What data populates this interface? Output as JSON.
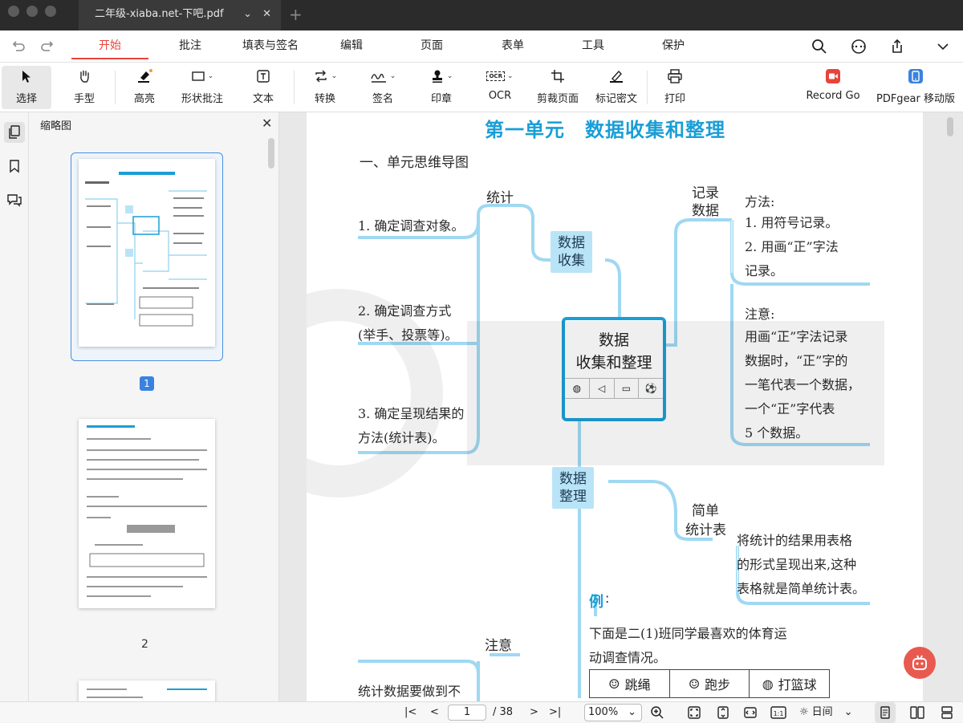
{
  "window": {
    "tab_title": "二年级-xiaba.net-下吧.pdf"
  },
  "menu": {
    "items": [
      "开始",
      "批注",
      "填表与签名",
      "编辑",
      "页面",
      "表单",
      "工具",
      "保护"
    ]
  },
  "toolbar": {
    "select": "选择",
    "hand": "手型",
    "highlight": "高亮",
    "shape": "形状批注",
    "text": "文本",
    "convert": "转换",
    "sign": "签名",
    "stamp": "印章",
    "ocr": "OCR",
    "crop": "剪裁页面",
    "redact": "标记密文",
    "print": "打印",
    "record": "Record Go",
    "mobile": "PDFgear 移动版",
    "ocr_icon_text": "OCR"
  },
  "thumbs": {
    "title": "缩略图",
    "page1": "1",
    "page2": "2"
  },
  "page": {
    "chapter_title": "第一单元　数据收集和整理",
    "section": "一、单元思维导图",
    "left": {
      "stat": "统计",
      "l1": "1. 确定调查对象。",
      "l2a": "2. 确定调查方式",
      "l2b": "(举手、投票等)。",
      "l3a": "3. 确定呈现结果的",
      "l3b": "方法(统计表)。",
      "note": "注意",
      "note_text": "统计数据要做到不"
    },
    "nodes": {
      "collect_1": "数据",
      "collect_2": "收集",
      "organize_1": "数据",
      "organize_2": "整理",
      "center_1": "数据",
      "center_2": "收集和整理"
    },
    "right": {
      "record_1": "记录",
      "record_2": "数据",
      "method": "方法:",
      "m1": "1. 用符号记录。",
      "m2a": "2. 用画“正”字法",
      "m2b": "记录。",
      "caution": "注意:",
      "c1": "用画“正”字法记录",
      "c2": "数据时，“正”字的",
      "c3": "一笔代表一个数据，",
      "c4": "一个“正”字代表",
      "c5": "5 个数据。",
      "simple_1": "简单",
      "simple_2": "统计表",
      "s1": "将统计的结果用表格",
      "s2": "的形式呈现出来,这种",
      "s3": "表格就是简单统计表。",
      "example": "例",
      "ex1": "下面是二(1)班同学最喜欢的体育运",
      "ex2": "动调查情况。",
      "table": [
        "跳绳",
        "跑步",
        "打篮球"
      ]
    }
  },
  "status": {
    "current_page": "1",
    "total": "/ 38",
    "zoom": "100%",
    "theme": "日间"
  },
  "colors": {
    "accent": "#e8443a",
    "brand_blue": "#1a9ed6",
    "node_fill": "#b9e4f7"
  }
}
